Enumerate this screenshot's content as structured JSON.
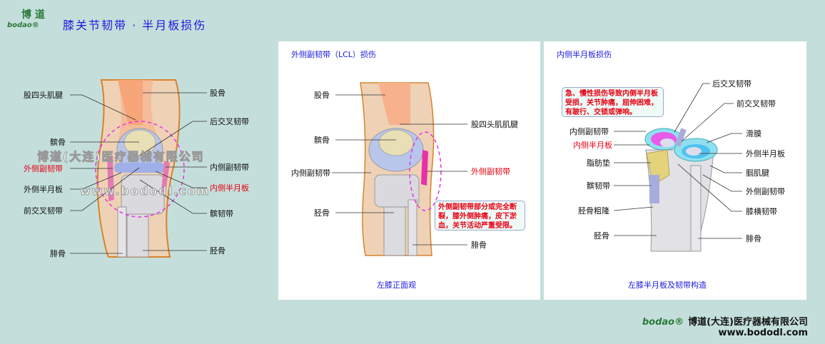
{
  "header": {
    "logo_text": "bodao®",
    "logo_glyph": "博 道",
    "title": "膝关节韧带 · 半月板损伤"
  },
  "panel1": {
    "labels_left": [
      "股四头肌腱",
      "髌骨",
      "外侧副韧带",
      "外侧半月板",
      "前交叉韧带",
      "腓骨"
    ],
    "labels_right": [
      "股骨",
      "后交叉韧带",
      "内侧副韧带",
      "内侧半月板",
      "髌韧带",
      "胫骨"
    ],
    "watermark": [
      "博道(大连)医疗器械有限公司",
      "www.bododl.com"
    ]
  },
  "panel2": {
    "title": "外侧副韧带（LCL）损伤",
    "labels_left": [
      "股骨",
      "髌骨",
      "内侧副韧带",
      "胫骨"
    ],
    "labels_right": [
      "股四头肌肌腱",
      "外侧副韧带",
      "腓骨"
    ],
    "callout": "外侧副韧带部分或完全断裂，膝外侧肿痛，皮下淤血，关节活动严重受限。",
    "caption": "左膝正面观"
  },
  "panel3": {
    "title": "内侧半月板损伤",
    "callout": "急、慢性损伤导致内侧半月板受损，关节肿痛，屈伸困难，有跛行、交锁或弹响。",
    "labels_left": [
      "内侧副韧带",
      "内侧半月板",
      "脂肪垫",
      "髌韧带",
      "胫骨粗隆",
      "胫骨"
    ],
    "labels_right": [
      "后交叉韧带",
      "前交叉韧带",
      "滑膜",
      "外侧半月板",
      "腘肌腱",
      "外侧副韧带",
      "膝横韧带",
      "腓骨"
    ],
    "caption": "左膝半月板及韧带构造"
  },
  "footer": {
    "brand": "bodao®",
    "company": "博道(大连)医疗器械有限公司",
    "url": "www.bododl.com"
  },
  "colors": {
    "background": "#c4dfdb",
    "title": "#1a1adf",
    "highlight": "#e60012",
    "injury_circle": "#e830e8"
  }
}
